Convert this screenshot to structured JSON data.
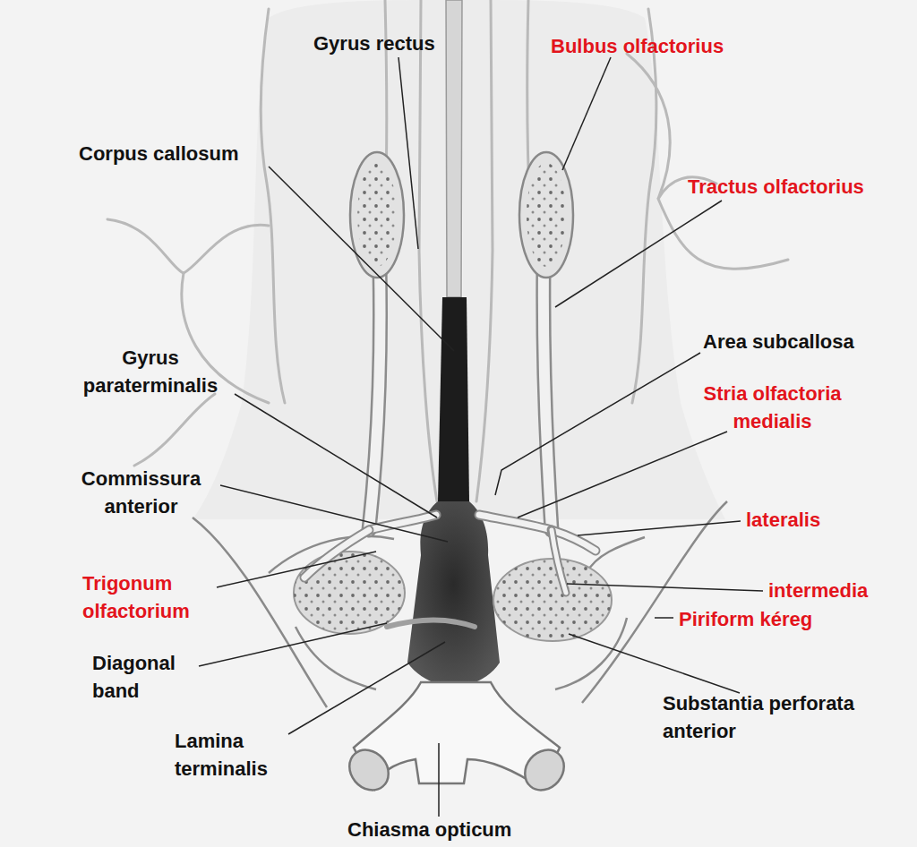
{
  "diagram": {
    "labels": [
      "Gyrus rectus",
      "Bulbus olfactorius",
      "Corpus callosum",
      "Tractus olfactorius",
      "Area subcallosa",
      "Gyrus paraterminalis",
      "Stria olfactoria medialis",
      "Commissura anterior",
      "lateralis",
      "Trigonum olfactorium",
      "intermedia",
      "Piriform kéreg",
      "Diagonal band",
      "Substantia perforata anterior",
      "Lamina terminalis",
      "Chiasma opticum"
    ]
  }
}
